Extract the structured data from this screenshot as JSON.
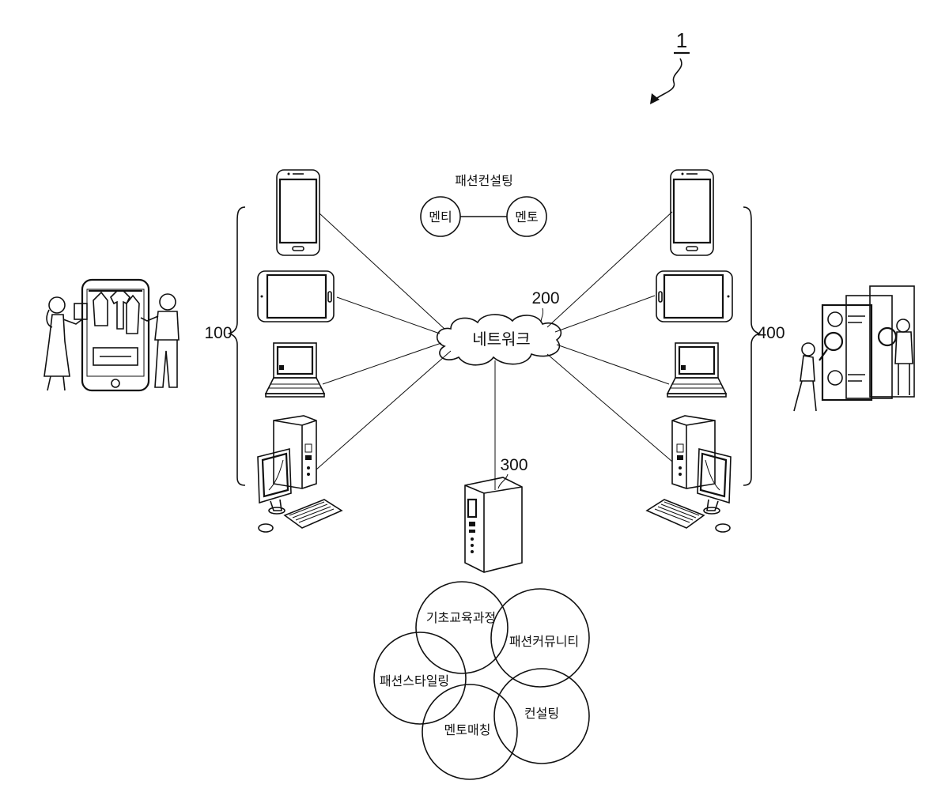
{
  "figure": {
    "ref": "1"
  },
  "groups": {
    "mentee_devices": {
      "ref": "100"
    },
    "mentor_devices": {
      "ref": "400"
    }
  },
  "network": {
    "ref": "200",
    "label": "네트워크"
  },
  "server": {
    "ref": "300"
  },
  "consulting": {
    "title": "패션컨설팅",
    "mentee": "멘티",
    "mentor": "멘토"
  },
  "services": [
    {
      "label": "기초교육과정"
    },
    {
      "label": "패션커뮤니티"
    },
    {
      "label": "패션스타일링"
    },
    {
      "label": "멘토매칭"
    },
    {
      "label": "컨설팅"
    }
  ],
  "colors": {
    "ink": "#111111",
    "background": "#ffffff"
  }
}
